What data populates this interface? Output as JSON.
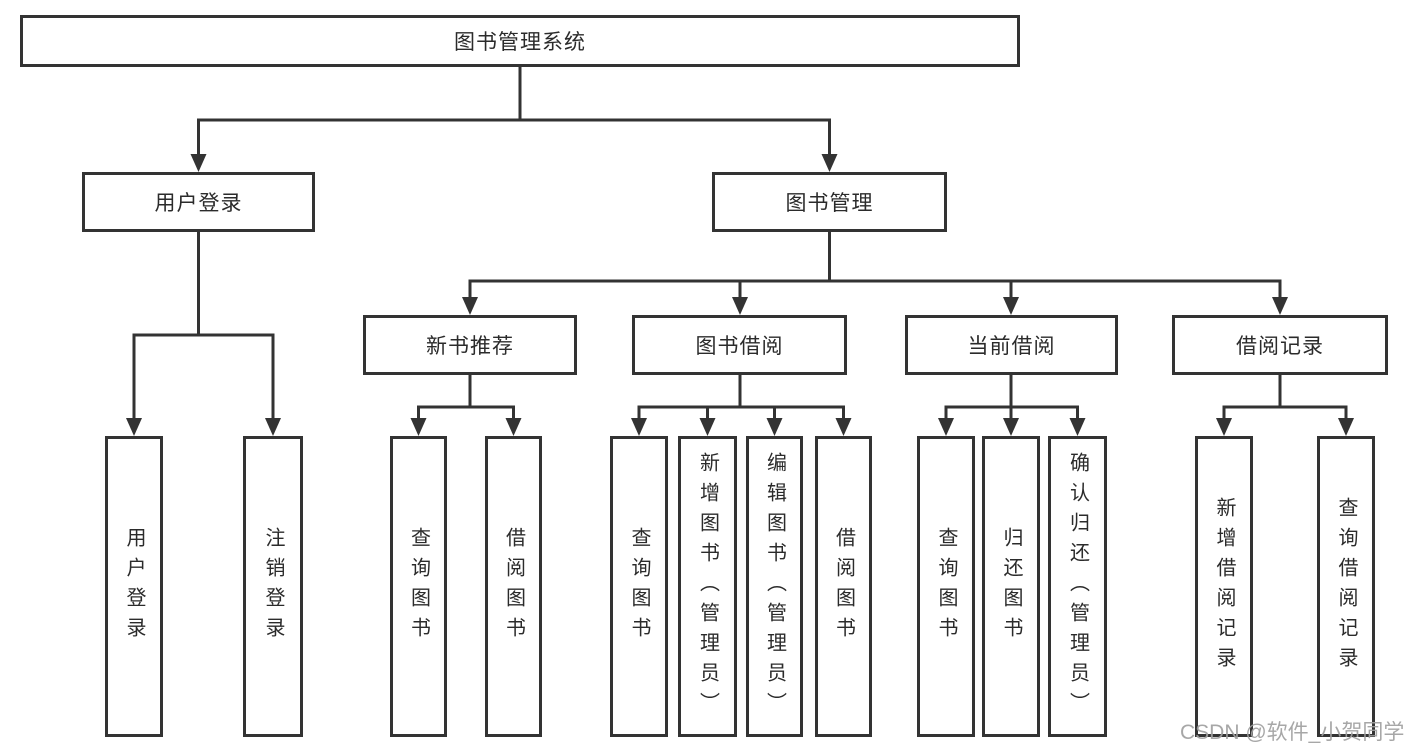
{
  "diagram": {
    "root": {
      "label": "图书管理系统"
    },
    "branches": [
      {
        "label": "用户登录",
        "children": [
          {
            "label": "用户登录"
          },
          {
            "label": "注销登录"
          }
        ]
      },
      {
        "label": "图书管理",
        "groups": [
          {
            "label": "新书推荐",
            "children": [
              {
                "label": "查询图书"
              },
              {
                "label": "借阅图书"
              }
            ]
          },
          {
            "label": "图书借阅",
            "children": [
              {
                "label": "查询图书"
              },
              {
                "label": "新增图书（管理员）"
              },
              {
                "label": "编辑图书（管理员）"
              },
              {
                "label": "借阅图书"
              }
            ]
          },
          {
            "label": "当前借阅",
            "children": [
              {
                "label": "查询图书"
              },
              {
                "label": "归还图书"
              },
              {
                "label": "确认归还（管理员）"
              }
            ]
          },
          {
            "label": "借阅记录",
            "children": [
              {
                "label": "新增借阅记录"
              },
              {
                "label": "查询借阅记录"
              }
            ]
          }
        ]
      }
    ]
  },
  "watermark": {
    "text": "CSDN @软件_小贺同学"
  },
  "colors": {
    "line": "#333333",
    "text": "#2b2b2b",
    "box_fill": "#ffffff",
    "watermark": "#a0a0a0",
    "background": "#ffffff"
  }
}
